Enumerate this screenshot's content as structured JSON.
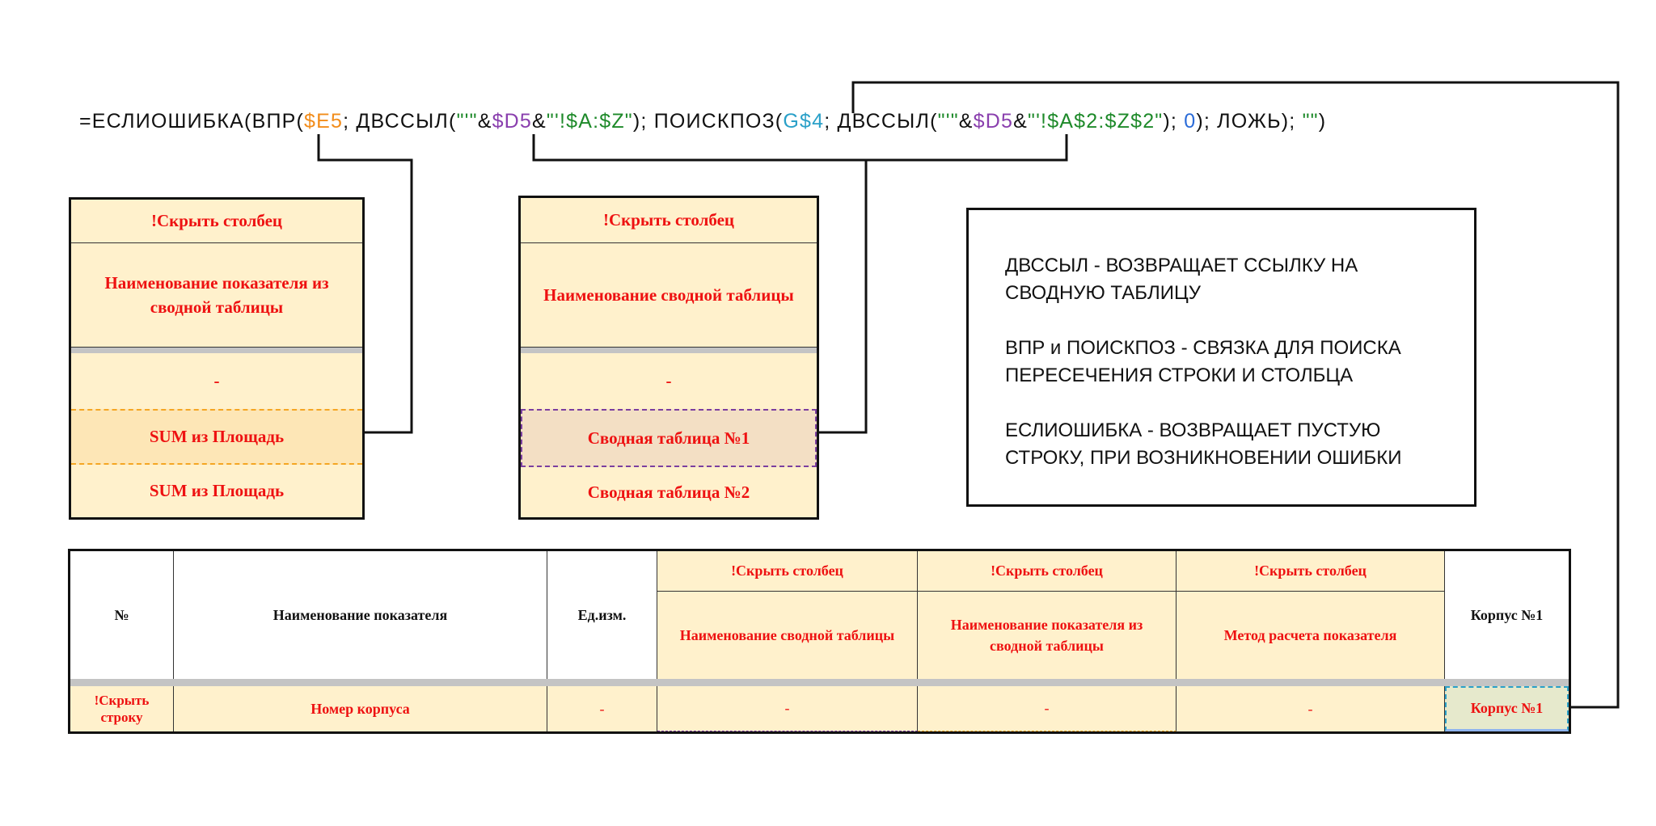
{
  "formula": {
    "parts": [
      {
        "t": "=ЕСЛИОШИБКА(ВПР(",
        "c": ""
      },
      {
        "t": "$E5",
        "c": "c-or"
      },
      {
        "t": "; ДВССЫЛ(",
        "c": ""
      },
      {
        "t": "\"'\"",
        "c": "c-gr"
      },
      {
        "t": "&",
        "c": ""
      },
      {
        "t": "$D5",
        "c": "c-pu"
      },
      {
        "t": "&",
        "c": ""
      },
      {
        "t": "\"'!$A:$Z\"",
        "c": "c-gr"
      },
      {
        "t": "); ПОИСКПОЗ(",
        "c": ""
      },
      {
        "t": "G$4",
        "c": "c-bl"
      },
      {
        "t": "; ДВССЫЛ(",
        "c": ""
      },
      {
        "t": "\"'\"",
        "c": "c-gr"
      },
      {
        "t": "&",
        "c": ""
      },
      {
        "t": "$D5",
        "c": "c-pu"
      },
      {
        "t": "&",
        "c": ""
      },
      {
        "t": "\"'!$A$2:$Z$2\"",
        "c": "c-gr"
      },
      {
        "t": "); ",
        "c": ""
      },
      {
        "t": "0",
        "c": "c-nb"
      },
      {
        "t": "); ЛОЖЬ); ",
        "c": ""
      },
      {
        "t": "\"\"",
        "c": "c-gr"
      },
      {
        "t": ")",
        "c": ""
      }
    ]
  },
  "left_box": {
    "header": "!Скрыть столбец",
    "name": "Наименование показателя из сводной таблицы",
    "rows": [
      "-",
      "SUM из Площадь",
      "SUM из Площадь"
    ]
  },
  "mid_box": {
    "header": "!Скрыть столбец",
    "name": "Наименование сводной таблицы",
    "rows": [
      "-",
      "Сводная таблица №1",
      "Сводная таблица №2"
    ]
  },
  "note": {
    "lines": [
      "ДВССЫЛ - ВОЗВРАЩАЕТ ССЫЛКУ НА СВОДНУЮ ТАБЛИЦУ",
      "ВПР и ПОИСКПОЗ - СВЯЗКА ДЛЯ ПОИСКА ПЕРЕСЕЧЕНИЯ СТРОКИ И СТОЛБЦА",
      "ЕСЛИОШИБКА - ВОЗВРАЩАЕТ ПУСТУЮ СТРОКУ, ПРИ ВОЗНИКНОВЕНИИ ОШИБКИ"
    ]
  },
  "table": {
    "headers": {
      "num": "№",
      "name": "Наименование показателя",
      "unit": "Ед.изм.",
      "hide": "!Скрыть столбец",
      "pivot": "Наименование сводной таблицы",
      "indicator": "Наименование показателя из сводной таблицы",
      "method": "Метод расчета показателя",
      "building": "Корпус №1"
    },
    "row": {
      "num": "!Скрыть строку",
      "name": "Номер корпуса",
      "unit": "-",
      "pivot": "-",
      "indicator": "-",
      "method": "-",
      "building": "Корпус №1"
    }
  },
  "colors": {
    "cell_bg": "#fff1cc",
    "red_text": "#ee1111",
    "highlight_orange": "#f5a623",
    "highlight_purple": "#7b3fa0",
    "highlight_cyan": "#2aa0c8"
  }
}
